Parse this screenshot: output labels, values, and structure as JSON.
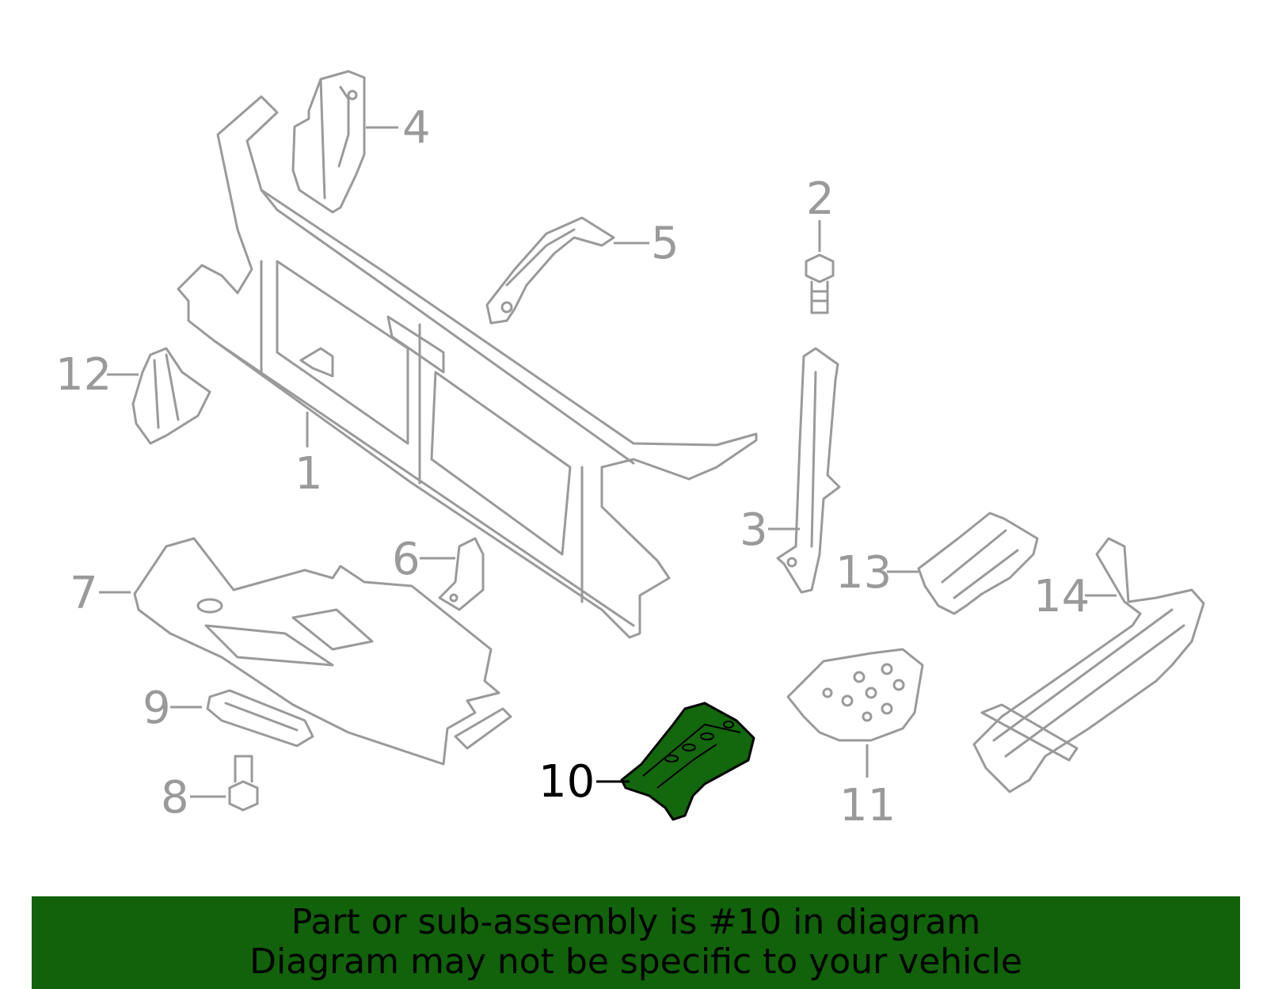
{
  "callouts": [
    {
      "id": "1",
      "label": "1"
    },
    {
      "id": "2",
      "label": "2"
    },
    {
      "id": "3",
      "label": "3"
    },
    {
      "id": "4",
      "label": "4"
    },
    {
      "id": "5",
      "label": "5"
    },
    {
      "id": "6",
      "label": "6"
    },
    {
      "id": "7",
      "label": "7"
    },
    {
      "id": "8",
      "label": "8"
    },
    {
      "id": "9",
      "label": "9"
    },
    {
      "id": "10",
      "label": "10"
    },
    {
      "id": "11",
      "label": "11"
    },
    {
      "id": "12",
      "label": "12"
    },
    {
      "id": "13",
      "label": "13"
    },
    {
      "id": "14",
      "label": "14"
    }
  ],
  "highlighted_part": "10",
  "colors": {
    "highlight_fill": "#13670c",
    "outline": "#9a9a9a",
    "banner": "#11620a"
  },
  "banner": {
    "line1": "Part or sub-assembly is #10 in diagram",
    "line2": "Diagram may not be specific to your vehicle"
  }
}
